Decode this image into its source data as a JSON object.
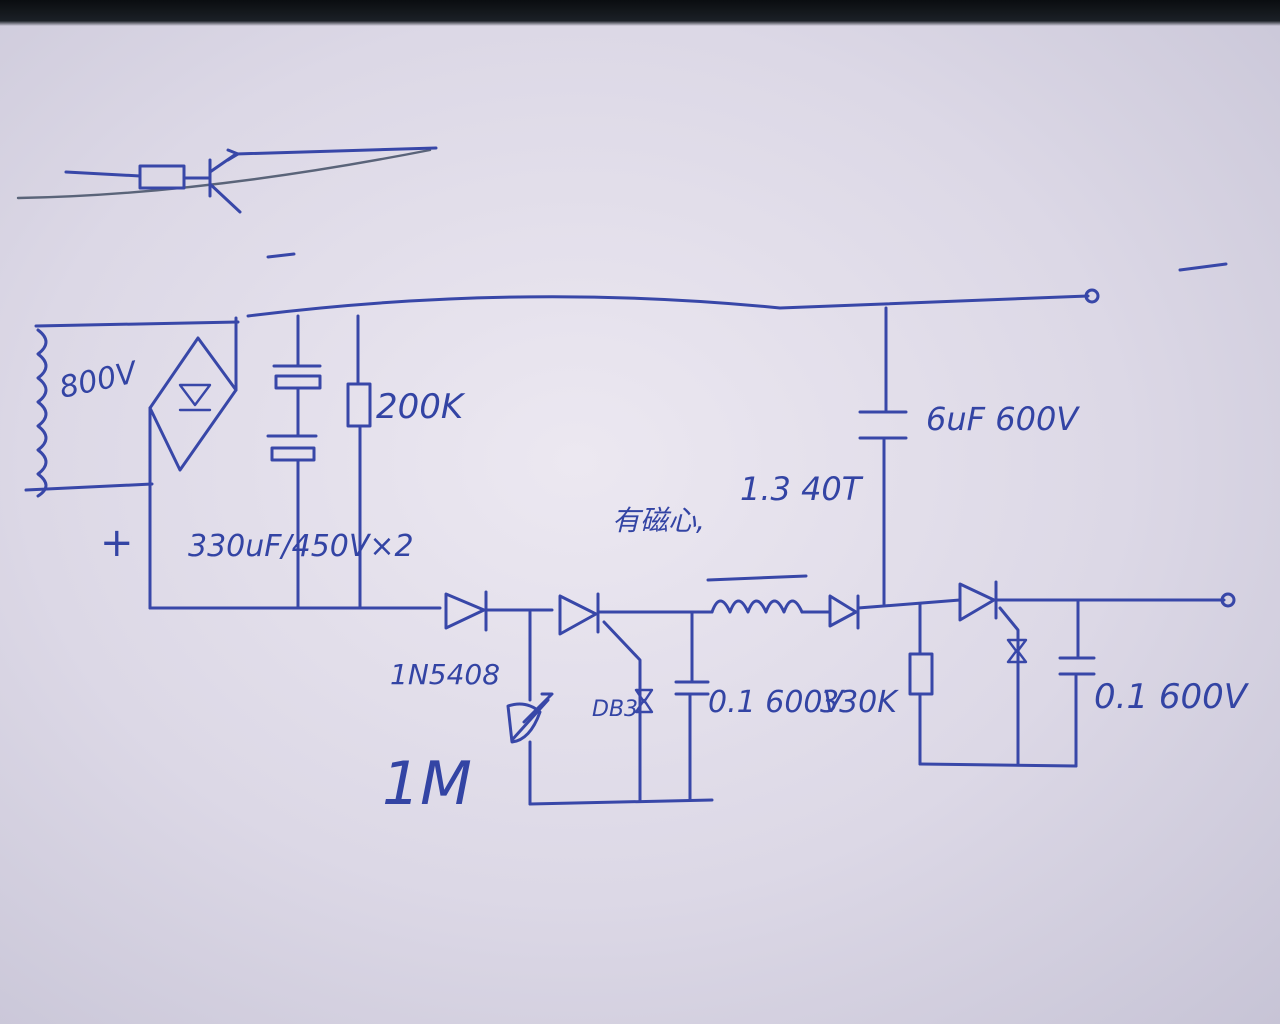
{
  "labels": {
    "transformer_voltage": "800V",
    "resistor_200k": "200K",
    "cap_bank": "330uF/450V×2",
    "cap_top": "6uF 600V",
    "inductor_note": "有磁心,",
    "inductor_turns": "1.3 40T",
    "diode_part": "1N5408",
    "pot_value": "1M",
    "diac": "DB3",
    "cap_mid": "0.1 600V",
    "resistor_330k": "330K",
    "cap_out": "0.1 600V",
    "plus_sign": "+",
    "minus_left": "−",
    "minus_right": "−"
  }
}
